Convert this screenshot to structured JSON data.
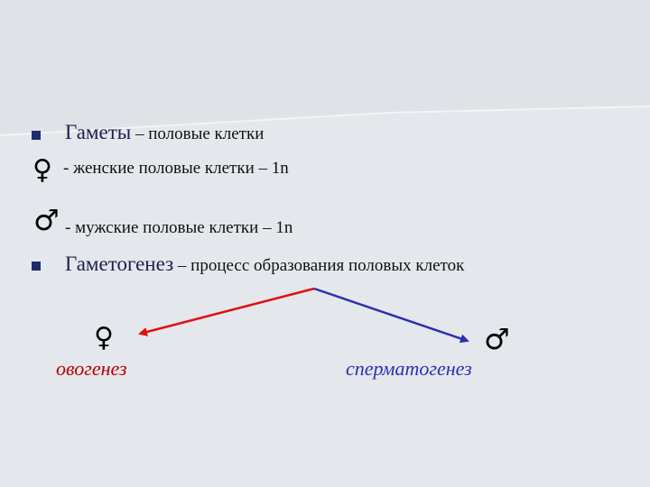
{
  "slide": {
    "line1": {
      "bold": "Гаметы",
      "rest": " – половые клетки"
    },
    "line2": {
      "symbol": "♀",
      "text": " -  женские половые клетки – 1n"
    },
    "line3": {
      "symbol": "♂",
      "text": "- мужские половые клетки – 1n"
    },
    "line4": {
      "bold": "Гаметогенез",
      "rest": " – процесс образования половых клеток"
    },
    "left_branch": {
      "symbol": "♀",
      "label": "овогенез",
      "arrow_color": "#e01010"
    },
    "right_branch": {
      "symbol": "♂",
      "label": "сперматогенез",
      "arrow_color": "#2b2fb0"
    }
  }
}
